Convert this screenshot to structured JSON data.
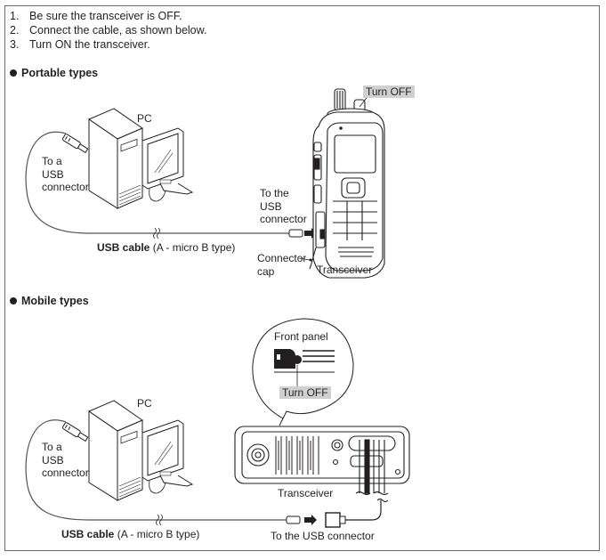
{
  "steps": [
    {
      "num": "1.",
      "text": "Be sure the transceiver is OFF."
    },
    {
      "num": "2.",
      "text": "Connect the cable, as shown below."
    },
    {
      "num": "3.",
      "text": "Turn ON the transceiver."
    }
  ],
  "portable": {
    "heading": "Portable types",
    "pc_label": "PC",
    "usb_a_label": [
      "To a",
      "USB",
      "connector"
    ],
    "cable_label_bold": "USB cable",
    "cable_label_rest": " (A - micro B type)",
    "turn_off": "Turn OFF",
    "to_usb_label": [
      "To the",
      "USB",
      "connector"
    ],
    "cap_label": [
      "Connector",
      "cap"
    ],
    "transceiver_label": "Transceiver"
  },
  "mobile": {
    "heading": "Mobile types",
    "pc_label": "PC",
    "usb_a_label": [
      "To a",
      "USB",
      "connector"
    ],
    "cable_label_bold": "USB cable",
    "cable_label_rest": " (A - micro B type)",
    "front_panel_label": "Front panel",
    "turn_off": "Turn OFF",
    "transceiver_label": "Transceiver",
    "to_usb_label": "To the USB connector"
  }
}
